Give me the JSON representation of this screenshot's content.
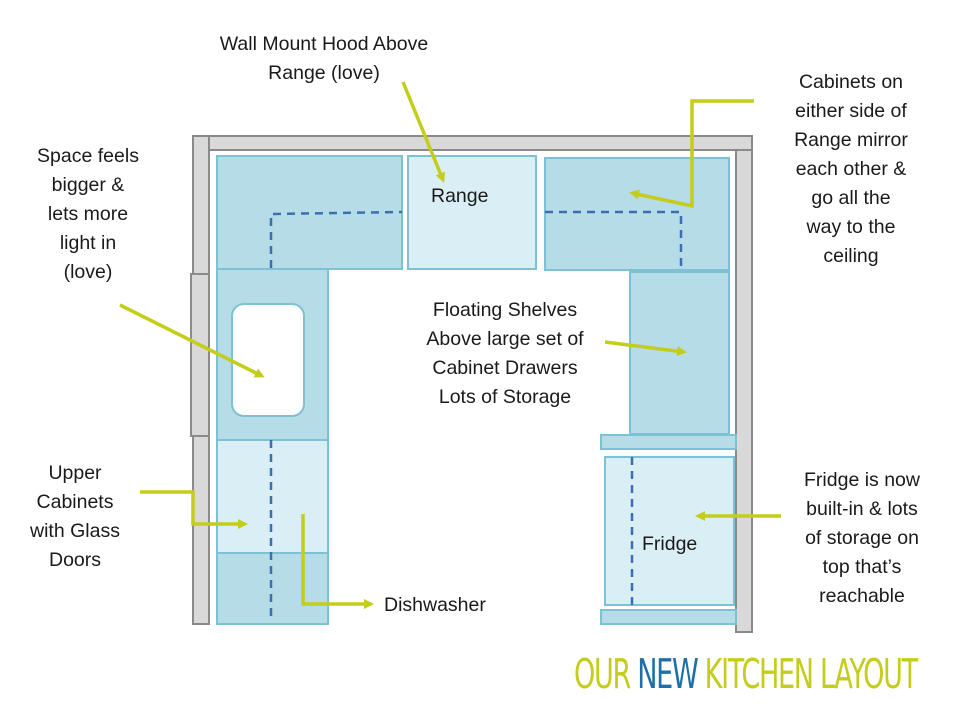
{
  "colors": {
    "wall": "#d9d9d9",
    "wall_stroke": "#8a8a8a",
    "cabinet": "#b6dde7",
    "cabinet_light": "#d9eff5",
    "cabinet_stroke": "#7fc1d4",
    "arrow": "#c4cc1c",
    "dash": "#3b6fb2",
    "title_yellow": "#c4cc1c",
    "title_blue": "#1f6fa8"
  },
  "fixtures": {
    "range": "Range",
    "fridge": "Fridge"
  },
  "annotations": {
    "hood": "Wall Mount Hood Above\nRange (love)",
    "cabinets_mirror": "Cabinets on\neither side of\nRange mirror\neach other &\ngo all the\nway to the\nceiling",
    "window": "Space feels\nbigger &\nlets more\nlight in\n(love)",
    "shelves": "Floating Shelves\nAbove large set of\nCabinet Drawers\nLots of Storage",
    "upper_glass": "Upper\nCabinets\nwith Glass\nDoors",
    "dishwasher": "Dishwasher",
    "fridge_note": "Fridge is now\nbuilt-in & lots\nof storage on\ntop that’s\nreachable"
  },
  "title": {
    "part1": "Our",
    "part2": "New",
    "part3": "Kitchen Layout"
  }
}
